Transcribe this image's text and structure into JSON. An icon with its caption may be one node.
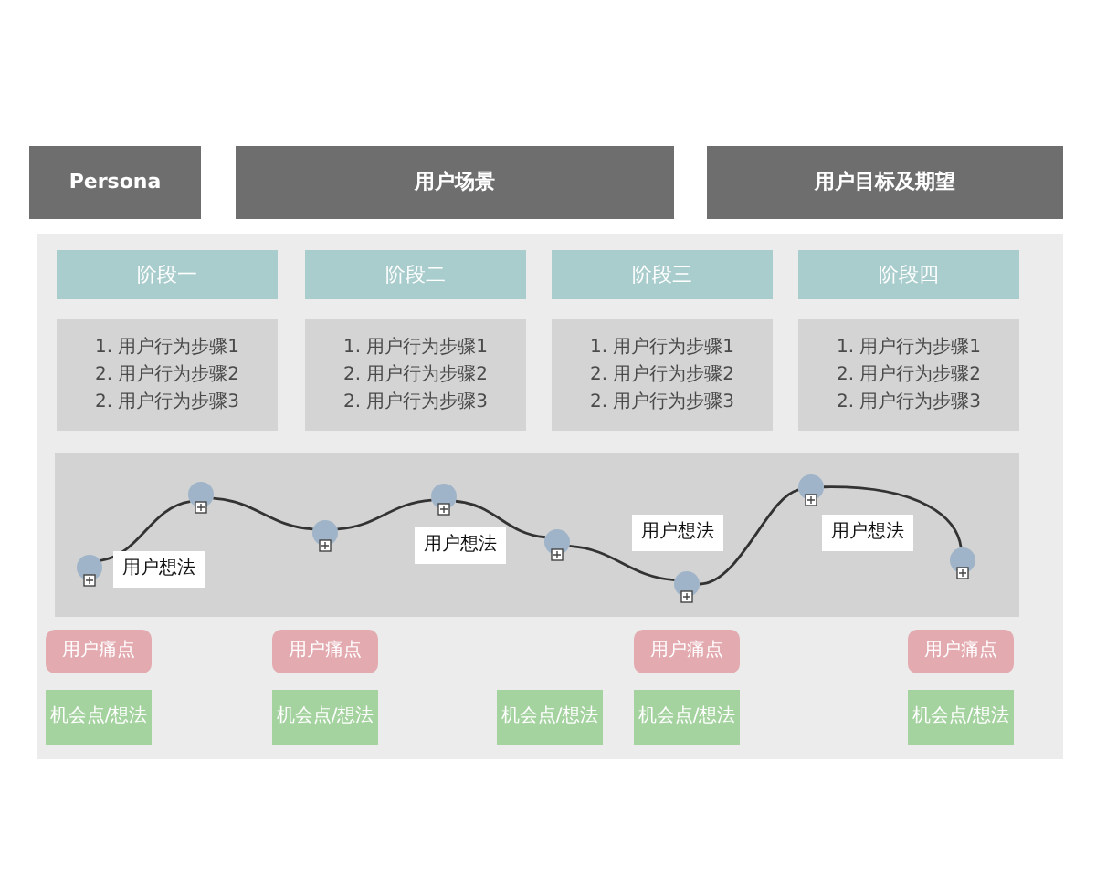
{
  "diagram": {
    "nodes": [
      {
        "text": [
          "Persona"
        ]
      },
      {
        "text": [
          "用户场景"
        ]
      },
      {
        "text": [
          "用户目标及期望"
        ]
      },
      {
        "text": [
          "阶段一"
        ]
      },
      {
        "text": [
          "阶段二"
        ]
      },
      {
        "text": [
          "阶段三"
        ]
      },
      {
        "text": [
          "阶段四"
        ]
      },
      {
        "text": [
          "1. 用户行为步骤1",
          "2. 用户行为步骤2",
          "2. 用户行为步骤3"
        ]
      },
      {
        "text": [
          "1. 用户行为步骤1",
          "2. 用户行为步骤2",
          "2. 用户行为步骤3"
        ]
      },
      {
        "text": [
          "1. 用户行为步骤1",
          "2. 用户行为步骤2",
          "2. 用户行为步骤3"
        ]
      },
      {
        "text": [
          "1. 用户行为步骤1",
          "2. 用户行为步骤2",
          "2. 用户行为步骤3"
        ]
      },
      {
        "text": [],
        "shape": "circle"
      },
      {
        "text": [],
        "shape": "circle"
      },
      {
        "text": [],
        "shape": "circle"
      },
      {
        "text": [],
        "shape": "circle"
      },
      {
        "text": [],
        "shape": "circle"
      },
      {
        "text": [],
        "shape": "circle"
      },
      {
        "text": [],
        "shape": "circle"
      },
      {
        "text": [],
        "shape": "circle"
      },
      {
        "text": [
          "用户想法"
        ]
      },
      {
        "text": [
          "用户想法"
        ]
      },
      {
        "text": [
          "用户想法"
        ]
      },
      {
        "text": [
          "用户想法"
        ]
      },
      {
        "text": [
          "用户痛点"
        ]
      },
      {
        "text": [
          "用户痛点"
        ]
      },
      {
        "text": [
          "用户痛点"
        ]
      },
      {
        "text": [
          "用户痛点"
        ]
      },
      {
        "text": [
          "机会点/想法"
        ]
      },
      {
        "text": [
          "机会点/想法"
        ]
      },
      {
        "text": [
          "机会点/想法"
        ]
      },
      {
        "text": [
          "机会点/想法"
        ]
      },
      {
        "text": [
          "机会点/想法"
        ]
      }
    ],
    "edges": [
      {
        "from": 11,
        "to": 12,
        "arrow": "none"
      },
      {
        "from": 12,
        "to": 13,
        "arrow": "none"
      },
      {
        "from": 13,
        "to": 14,
        "arrow": "none"
      },
      {
        "from": 14,
        "to": 15,
        "arrow": "none"
      },
      {
        "from": 15,
        "to": 16,
        "arrow": "none"
      },
      {
        "from": 16,
        "to": 17,
        "arrow": "none"
      },
      {
        "from": 17,
        "to": 18,
        "arrow": "none"
      }
    ]
  }
}
